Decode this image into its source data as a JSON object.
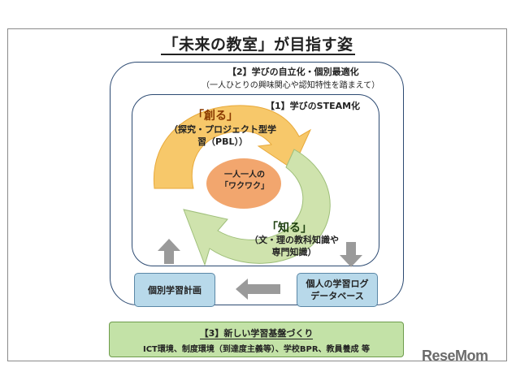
{
  "title": "「未来の教室」が目指す姿",
  "section2": {
    "title": "【2】学びの自立化・個別最適化",
    "subtitle": "（一人ひとりの興味関心や認知特性を踏まえて）"
  },
  "section1": {
    "title": "【1】学びのSTEAM化"
  },
  "cycle": {
    "create_title": "「創る」",
    "create_sub": "（探究・プロジェクト型学習（PBL））",
    "know_title": "「知る」",
    "know_sub": "（文・理の教科知識や専門知識）",
    "center_line1": "一人一人の",
    "center_line2": "「ワクワク」"
  },
  "boxes": {
    "plan": "個別学習計画",
    "log_line1": "個人の学習ログ",
    "log_line2": "データベース"
  },
  "section3": {
    "title": "【3】新しい学習基盤づくり",
    "subtitle": "ICT環境、制度環境（到達度主義等）、学校BPR、教員養成 等"
  },
  "watermark": "ReseMom",
  "colors": {
    "create_arrow": "#f7c86a",
    "know_arrow": "#cfe3ad",
    "center": "#f2a66e",
    "box_blue": "#b8d9ea",
    "box_green": "#c3e2a7",
    "frame_line": "#2c4a72"
  }
}
